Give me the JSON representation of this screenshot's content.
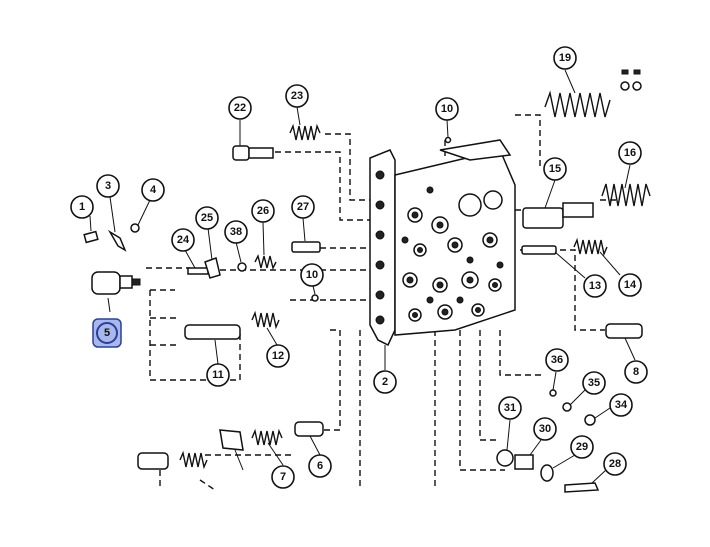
{
  "diagram": {
    "callouts": [
      "1",
      "2",
      "3",
      "4",
      "5",
      "6",
      "7",
      "8",
      "10",
      "10",
      "11",
      "12",
      "13",
      "14",
      "15",
      "16",
      "19",
      "22",
      "23",
      "24",
      "25",
      "26",
      "27",
      "28",
      "29",
      "30",
      "31",
      "34",
      "35",
      "36",
      "38"
    ],
    "highlighted": "5",
    "colors": {
      "line": "#111111",
      "highlight_fill": "#a9b8ec",
      "highlight_stroke": "#2b3f9a",
      "background": "#ffffff"
    }
  }
}
